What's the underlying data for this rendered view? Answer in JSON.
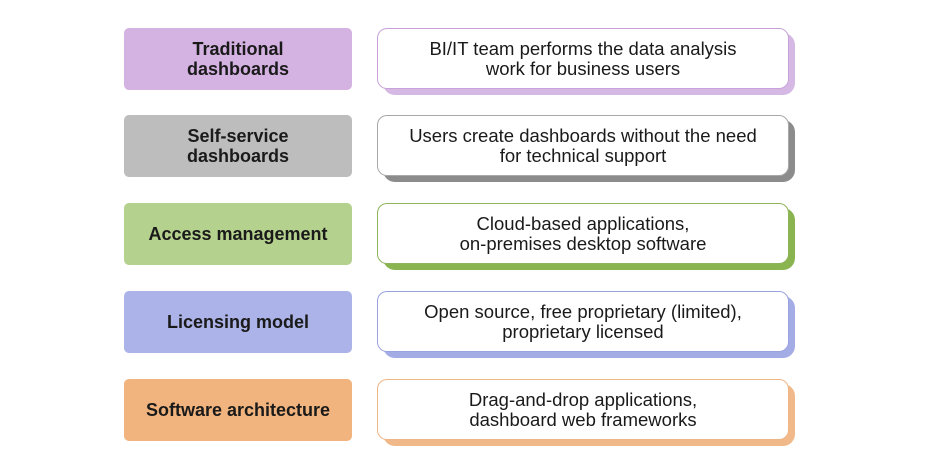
{
  "rows": [
    {
      "label": "Traditional\ndashboards",
      "description": "BI/IT team performs the data analysis\nwork for business users",
      "fill": "#d4b2e2",
      "border": "#c8a2d8",
      "shadow": "#d6b8e4"
    },
    {
      "label": "Self-service\ndashboards",
      "description": "Users create dashboards without the need\nfor technical support",
      "fill": "#bdbdbd",
      "border": "#a8a8a8",
      "shadow": "#8c8c8c"
    },
    {
      "label": "Access management",
      "description": "Cloud-based applications,\non-premises desktop software",
      "fill": "#b5d18e",
      "border": "#8fb55a",
      "shadow": "#8ab450"
    },
    {
      "label": "Licensing model",
      "description": "Open source, free proprietary (limited),\nproprietary licensed",
      "fill": "#acb3e8",
      "border": "#9aa2e0",
      "shadow": "#a4ace6"
    },
    {
      "label": "Software architecture",
      "description": "Drag-and-drop applications,\ndashboard web frameworks",
      "fill": "#f2b47e",
      "border": "#eeb587",
      "shadow": "#f1b989"
    }
  ]
}
